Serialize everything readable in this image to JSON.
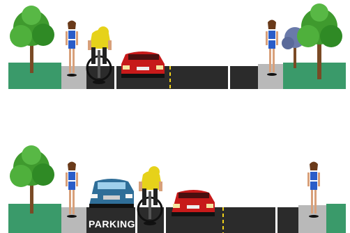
{
  "scenes": [
    {
      "id": "street-section-top",
      "description_key": "sidewalk-bike-lane-travel-lane",
      "has_parking": false
    },
    {
      "id": "street-section-bottom",
      "description_key": "sidewalk-parking-bike-lane-travel-lane",
      "has_parking": true,
      "parking_label": "PARKING"
    }
  ],
  "colors": {
    "sidewalk_green": "#3a9a6a",
    "pavement": "#2b2b2b",
    "curb_gray": "#b9b9b9",
    "lane_line_yellow": "#f2d21a",
    "lane_line_white": "#ffffff",
    "car_red": "#c71a1a",
    "car_blue": "#2f6e98",
    "jersey_yellow": "#e6d21a",
    "outfit_blue": "#2a5dc9",
    "skin": "#d8a07a",
    "tree_green": "#3f9a2e",
    "tree_trunk": "#7a4a25"
  }
}
